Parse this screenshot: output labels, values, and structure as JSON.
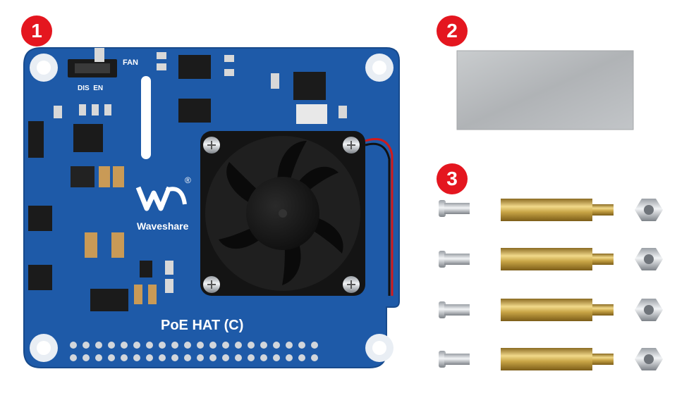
{
  "callouts": {
    "one": "1",
    "two": "2",
    "three": "3"
  },
  "board": {
    "switch_label": "FAN",
    "switch_positions": "DIS  EN",
    "brand": "Waveshare",
    "registered": "®",
    "model": "PoE HAT (C)"
  },
  "colors": {
    "callout": "#e4161f",
    "pcb": "#1e5aa8",
    "brass": "#c8a445",
    "thermal_pad": "#b9bcbf"
  }
}
